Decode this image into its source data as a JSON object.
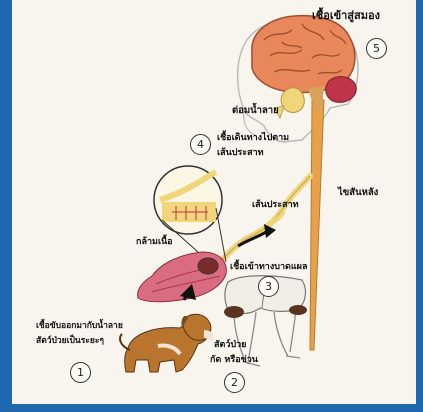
{
  "labels": {
    "brain": "เชื้อเข้าสู่สมอง",
    "salivary": "ต่อมน้ำลาย",
    "travel_line1": "เชื้อเดินทางไปตาม",
    "travel_line2": "เส้นประสาท",
    "spinal_cord": "ไขสันหลัง",
    "nerve": "เส้นประสาท",
    "muscle": "กล้ามเนื้อ",
    "wound": "เชื้อเข้าทางบาดแผล",
    "bite_line1": "สัตว์ป่วย",
    "bite_line2": "กัด หรือข่วน",
    "shed_line1": "เชื้อขับออกมากับน้ำลาย",
    "shed_line2": "สัตว์ป่วยเป็นระยะๆ"
  },
  "steps": [
    "1",
    "2",
    "3",
    "4",
    "5"
  ],
  "colors": {
    "frame": "#1f69b0",
    "brain": "#e8885a",
    "cerebellum": "#c0344a",
    "spinal_cord": "#e6a14a",
    "nerve": "#f1d57a",
    "muscle": "#c9576a"
  }
}
